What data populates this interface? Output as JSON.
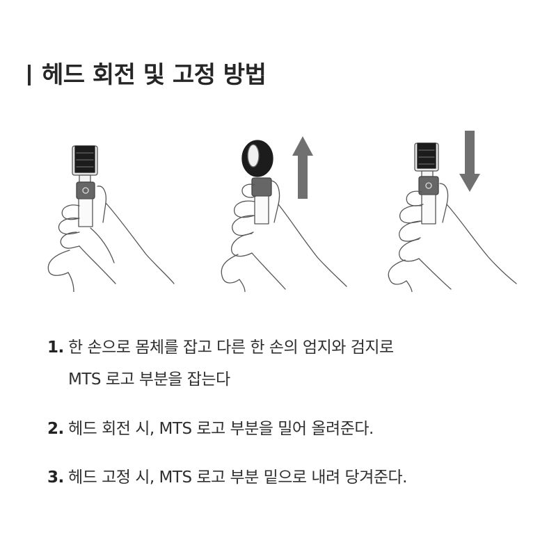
{
  "title": "헤드 회전 및 고정 방법",
  "steps": [
    {
      "number": "1.",
      "lines": [
        "한 손으로 몸체를 잡고 다른 한 손의 엄지와 검지로",
        "MTS 로고 부분을 잡는다"
      ]
    },
    {
      "number": "2.",
      "lines": [
        "헤드 회전 시, MTS 로고 부분을 밀어 올려준다."
      ]
    },
    {
      "number": "3.",
      "lines": [
        "헤드 고정 시, MTS 로고 부분 밑으로 내려 당겨준다."
      ]
    }
  ],
  "colors": {
    "text": "#2b2b2b",
    "arrow": "#707070",
    "roller": "#1c1c1c"
  },
  "icons": {
    "arrow_up": "arrow-up-icon",
    "arrow_down": "arrow-down-icon"
  }
}
